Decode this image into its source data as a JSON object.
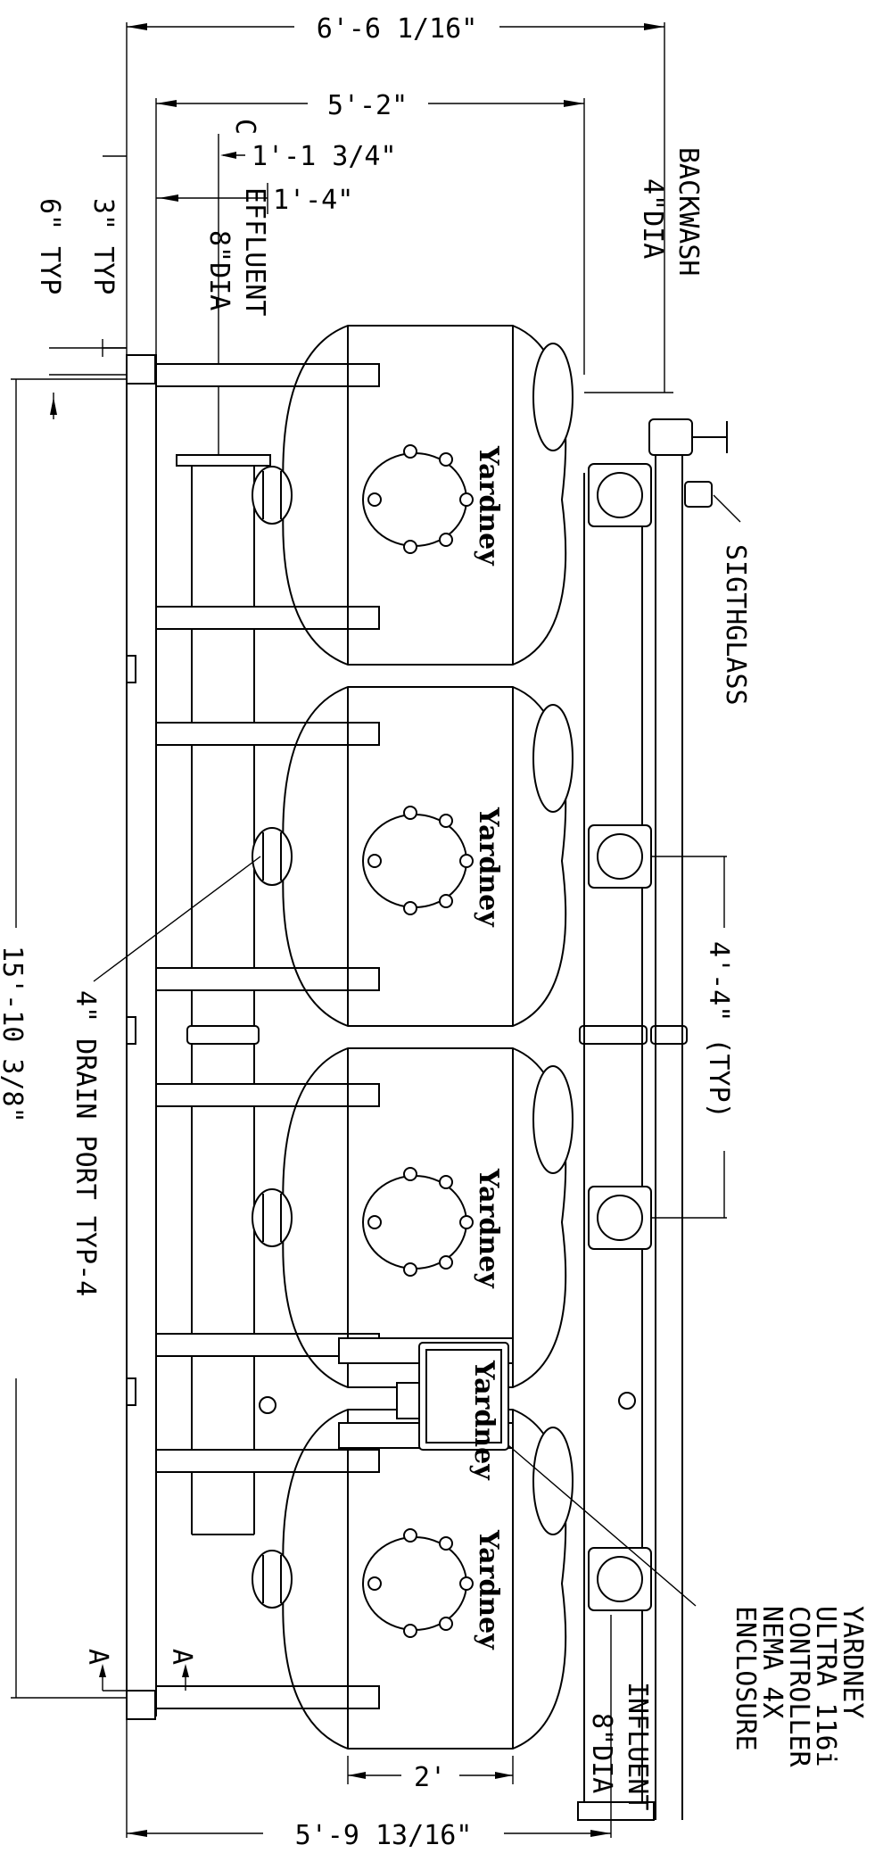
{
  "drawing": {
    "dimensions": {
      "overall_width": "6'-6 1/16\"",
      "inner_width": "5'-2\"",
      "centerline_offset": "1'-1 3/4\"",
      "effluent_offset": "1'-4\"",
      "overall_length": "15'-10 3/8\"",
      "tank_spacing": "4'-4\" (TYP)",
      "skid_width": "5'-9 13/16\"",
      "base_height": "2'",
      "rail_3": "3\" TYP",
      "rail_6": "6\" TYP"
    },
    "labels": {
      "backwash": "BACKWASH",
      "backwash_size": "4\"DIA",
      "effluent": "EFFLUENT",
      "effluent_size": "8\"DIA",
      "influent": "INFLUENT",
      "influent_size": "8\"DIA",
      "sightglass": "SIGTHGLASS",
      "drain_port": "4\" DRAIN PORT TYP-4",
      "centerline": "C",
      "section_a": "A",
      "controller_lines": [
        "YARDNEY",
        "ULTRA 116i",
        "CONTROLLER",
        "NEMA 4X",
        "ENCLOSURE"
      ]
    },
    "brand": "Yardney",
    "brand_small": "Yardney",
    "tank_count": 4
  }
}
